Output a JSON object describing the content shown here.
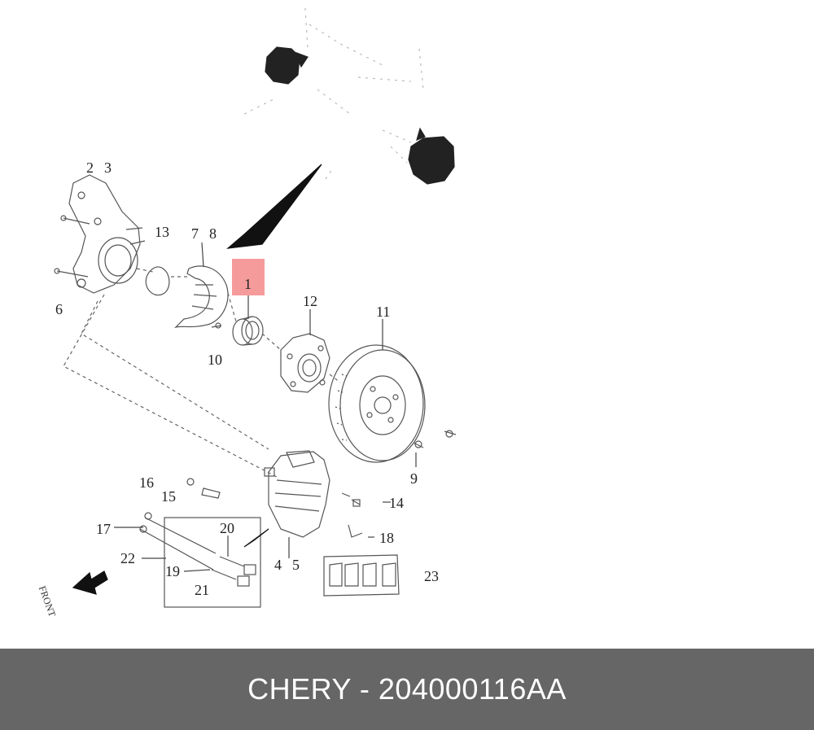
{
  "diagram": {
    "callouts": {
      "c1": "1",
      "c2": "2",
      "c3": "3",
      "c4": "4",
      "c5": "5",
      "c6": "6",
      "c7": "7",
      "c8": "8",
      "c9": "9",
      "c10": "10",
      "c11": "11",
      "c12": "12",
      "c13": "13",
      "c14": "14",
      "c15": "15",
      "c16": "16",
      "c17": "17",
      "c18": "18",
      "c19": "19",
      "c20": "20",
      "c21": "21",
      "c22": "22",
      "c23": "23"
    },
    "front_label": "FRONT",
    "highlight_color": "#f48a8a"
  },
  "footer": {
    "text": "CHERY - 204000116AA",
    "background": "#666666"
  }
}
